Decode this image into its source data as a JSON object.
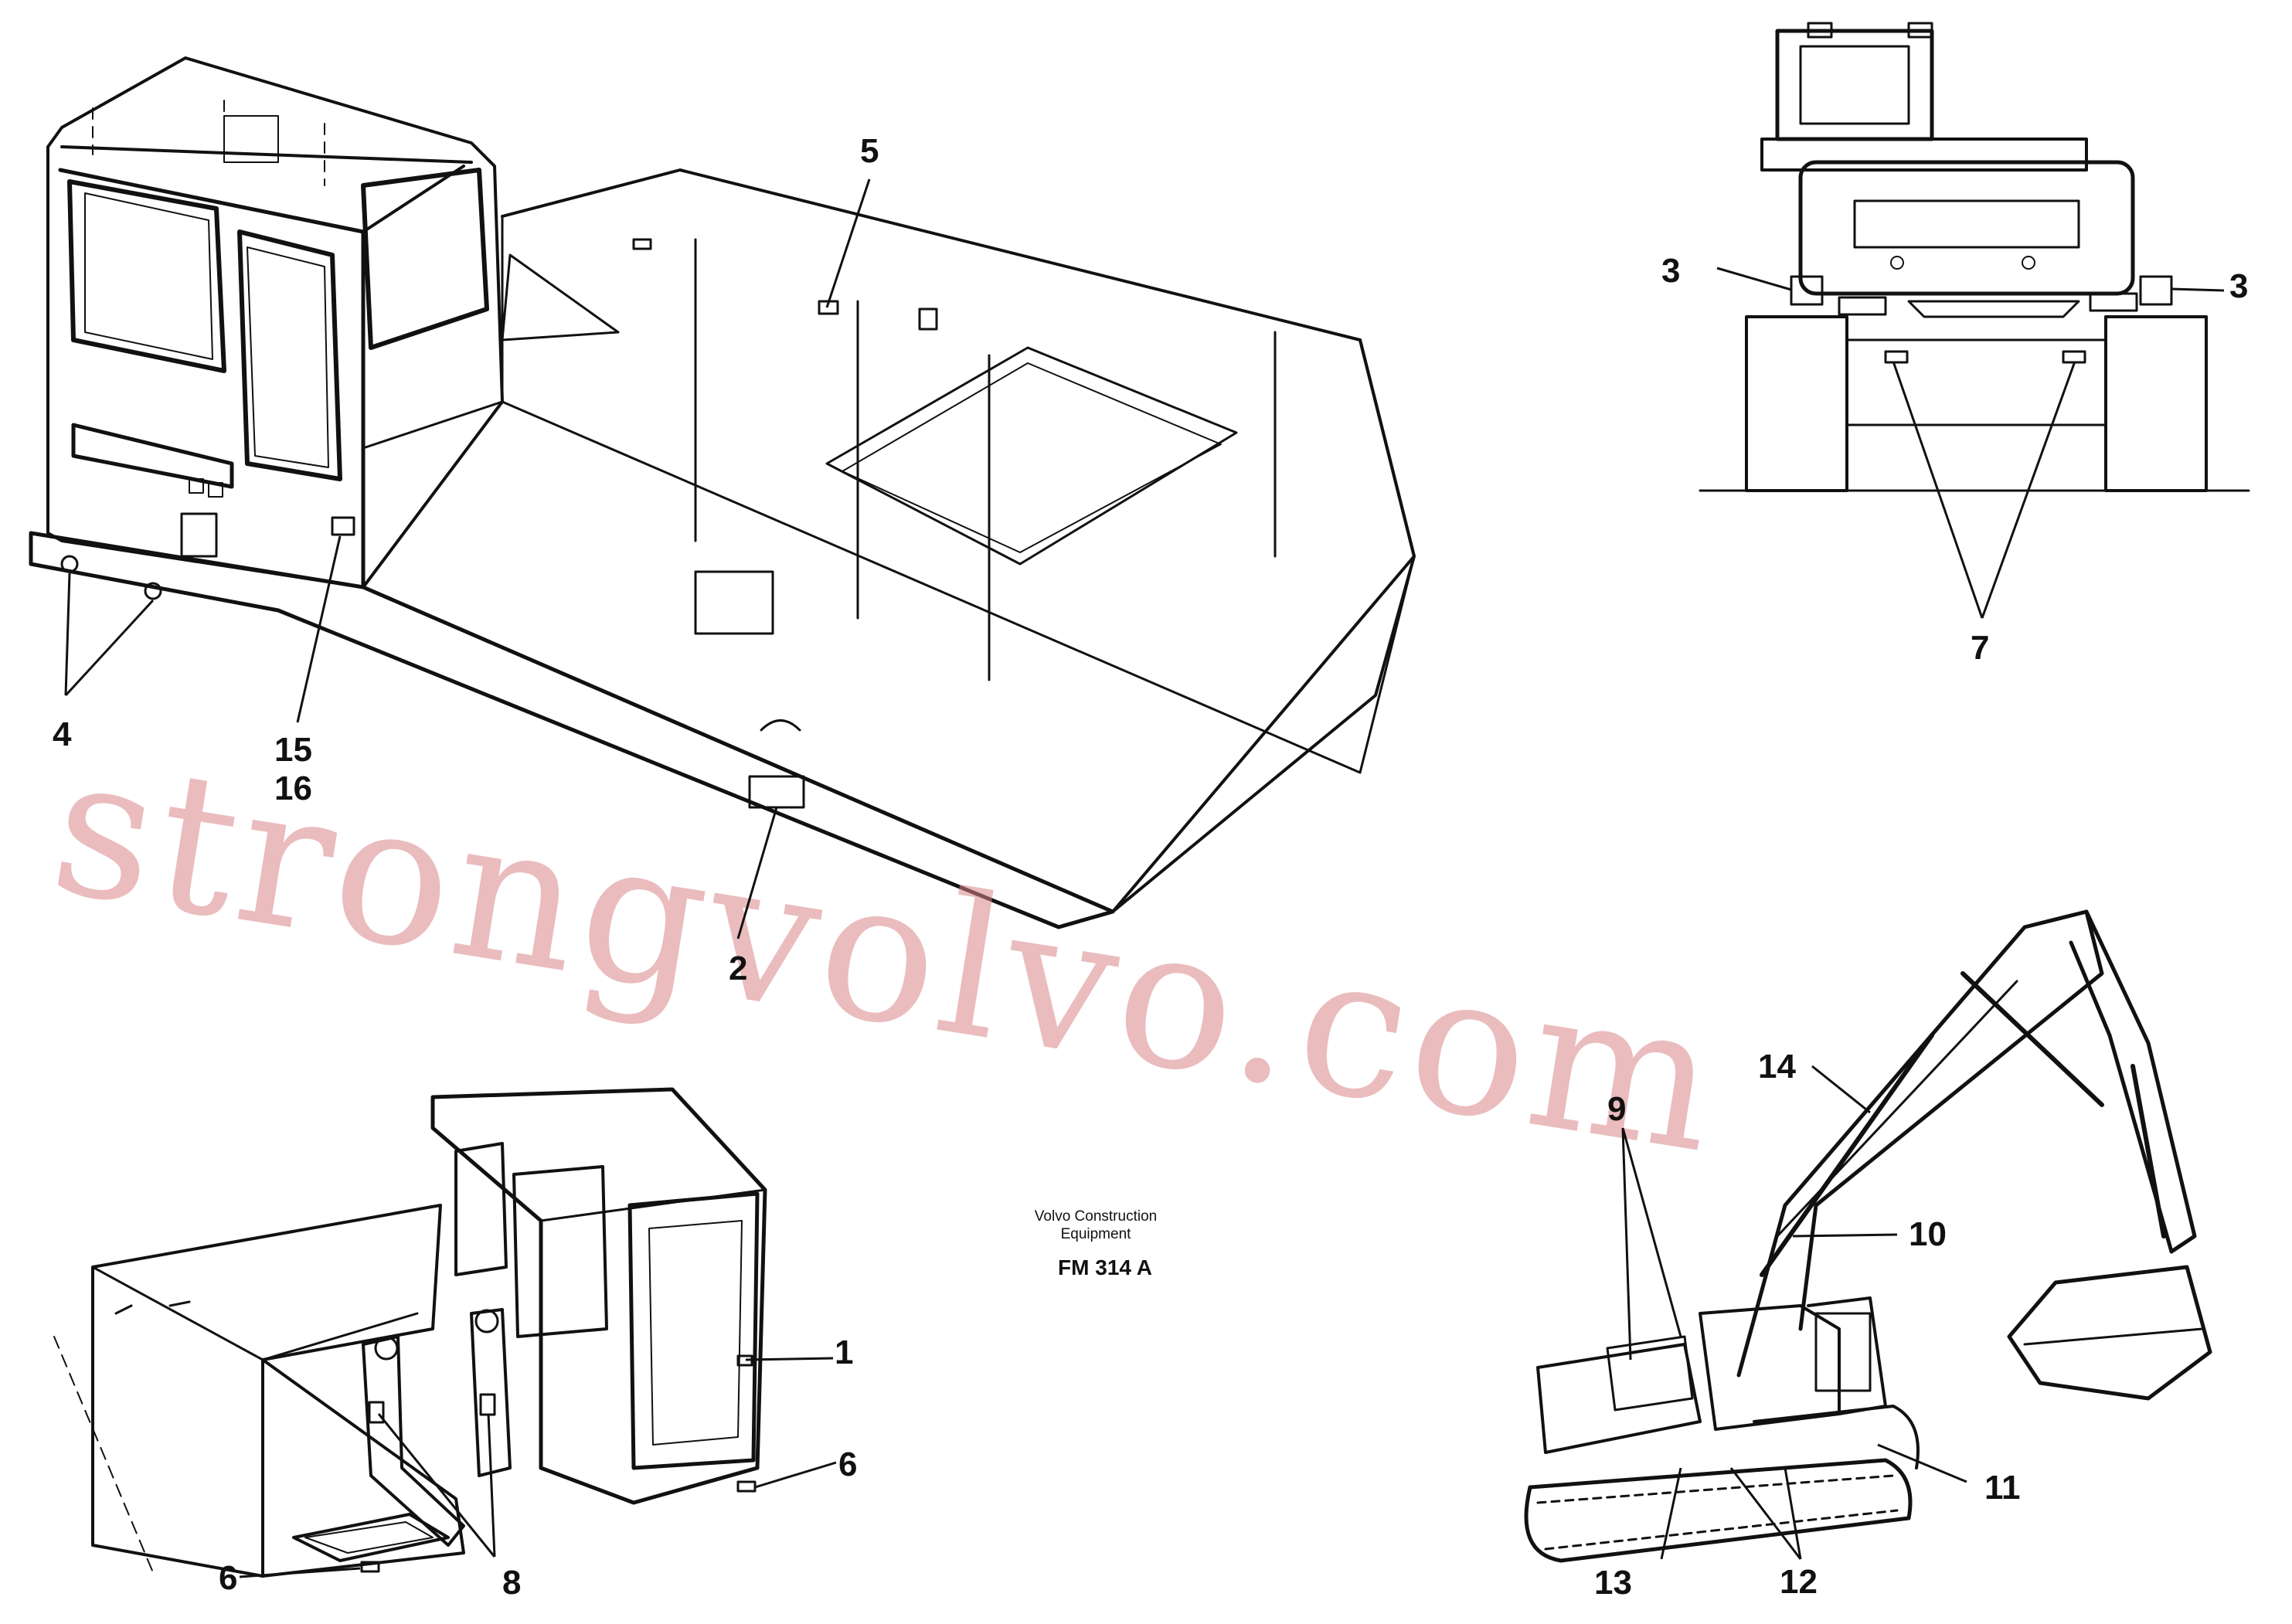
{
  "caption": {
    "line1": "Volvo Construction",
    "line2": "Equipment",
    "drawing_id": "FM 314 A"
  },
  "watermark": "strongvolvo.com",
  "callouts": {
    "c1": "1",
    "c2": "2",
    "c3_left": "3",
    "c3_right": "3",
    "c4": "4",
    "c5": "5",
    "c6_right": "6",
    "c6_left": "6",
    "c7": "7",
    "c8": "8",
    "c9": "9",
    "c10": "10",
    "c11": "11",
    "c12": "12",
    "c13": "13",
    "c14": "14",
    "c15": "15",
    "c16": "16"
  },
  "colors": {
    "ink": "#111111",
    "watermark": "#d9868a",
    "background": "#ffffff"
  }
}
